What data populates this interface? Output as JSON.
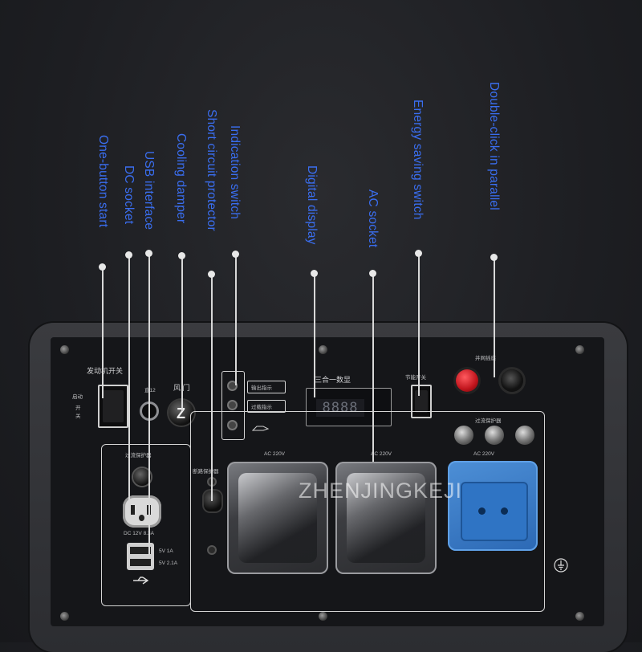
{
  "callouts": [
    {
      "id": "one_button_start",
      "text": "One-button start"
    },
    {
      "id": "dc_socket",
      "text": "DC socket"
    },
    {
      "id": "usb_interface",
      "text": "USB interface"
    },
    {
      "id": "cooling_damper",
      "text": "Cooling damper"
    },
    {
      "id": "short_circuit_protector",
      "text": "Short circuit protector"
    },
    {
      "id": "indication_switch",
      "text": "Indication switch"
    },
    {
      "id": "digital_display",
      "text": "Digital display"
    },
    {
      "id": "ac_socket",
      "text": "AC socket"
    },
    {
      "id": "energy_saving_switch",
      "text": "Energy saving switch"
    },
    {
      "id": "double_click_parallel",
      "text": "Double-click in parallel"
    }
  ],
  "panel": {
    "engine_switch_label": "发动机开关",
    "start_label": "启动",
    "onoff_label": "开\n关",
    "dc12_label": "直12",
    "damper_label": "风  门",
    "output_indicator": "输出指示",
    "overload_indicator": "过载指示",
    "display_title": "三合一数显",
    "display_value": "8888",
    "eco_switch_label": "节能开关",
    "parallel_label": "并网插座",
    "overcurrent_right": "过流保护器",
    "ac_right": "AC 220V",
    "overcurrent_left": "过流保护器",
    "dc_rating": "DC 12V 8.3A",
    "usb1": "5V 1A",
    "usb2": "5V 2.1A",
    "breaker_label": "断路保护器",
    "ac_left": "AC 220V",
    "ac_mid": "AC 220V"
  },
  "watermark": "ZHENJINGKEJI",
  "colors": {
    "callout_text": "#3a6ef0",
    "socket_blue": "#2f74c4",
    "red_terminal": "#d0202a"
  }
}
